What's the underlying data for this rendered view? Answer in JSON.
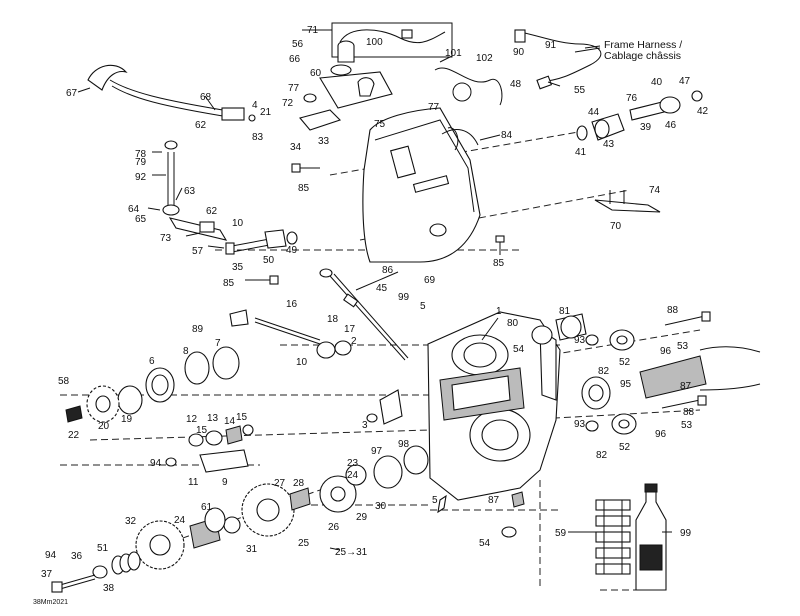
{
  "diagram": {
    "code": "38Mm2021",
    "note": {
      "line1": "Frame Harness /",
      "line2": "Cablage châssis"
    },
    "callouts": [
      "1",
      "2",
      "3",
      "4",
      "5",
      "6",
      "7",
      "8",
      "9",
      "10",
      "11",
      "12",
      "13",
      "14",
      "15",
      "16",
      "17",
      "18",
      "19",
      "20",
      "21",
      "22",
      "23",
      "24",
      "25",
      "26",
      "27",
      "28",
      "29",
      "30",
      "31",
      "32",
      "33",
      "34",
      "35",
      "36",
      "37",
      "38",
      "39",
      "40",
      "41",
      "42",
      "43",
      "44",
      "45",
      "46",
      "47",
      "48",
      "49",
      "50",
      "51",
      "52",
      "53",
      "54",
      "55",
      "56",
      "57",
      "58",
      "59",
      "60",
      "61",
      "62",
      "63",
      "64",
      "65",
      "66",
      "67",
      "68",
      "69",
      "70",
      "71",
      "72",
      "73",
      "74",
      "75",
      "76",
      "77",
      "78",
      "79",
      "80",
      "81",
      "82",
      "83",
      "84",
      "85",
      "86",
      "87",
      "88",
      "89",
      "90",
      "91",
      "92",
      "93",
      "94",
      "95",
      "96",
      "97",
      "98",
      "99",
      "100",
      "101",
      "102"
    ],
    "compound_callouts": {
      "c25_31": "25→31"
    }
  }
}
